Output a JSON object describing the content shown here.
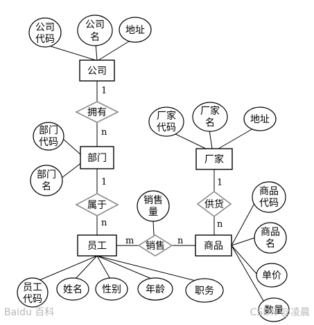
{
  "entities": {
    "company": "公司",
    "department": "部门",
    "employee": "员工",
    "factory": "厂家",
    "product": "商品"
  },
  "relationships": {
    "own": "拥有",
    "belong": "属于",
    "sell": "销售",
    "supply": "供货"
  },
  "attributes": {
    "company_code": [
      "公司",
      "代码"
    ],
    "company_name": [
      "公司",
      "名"
    ],
    "company_address": [
      "地址"
    ],
    "dept_code": [
      "部门",
      "代码"
    ],
    "dept_name": [
      "部门",
      "名"
    ],
    "factory_code": [
      "厂家",
      "代码"
    ],
    "factory_name": [
      "厂家",
      "名"
    ],
    "factory_address": [
      "地址"
    ],
    "sales_volume": [
      "销售",
      "量"
    ],
    "product_code": [
      "商品",
      "代码"
    ],
    "product_name": [
      "商品",
      "名"
    ],
    "product_price": [
      "单价"
    ],
    "product_qty": [
      "数量"
    ],
    "emp_code": [
      "员工",
      "代码"
    ],
    "emp_name": [
      "姓名"
    ],
    "emp_gender": [
      "性别"
    ],
    "emp_age": [
      "年龄"
    ],
    "emp_position": [
      "职务"
    ]
  },
  "cardinalities": {
    "company_own": "1",
    "own_dept": "n",
    "dept_belong": "1",
    "belong_emp": "n",
    "emp_sell": "m",
    "sell_product": "n",
    "factory_supply": "1",
    "supply_product": "n"
  },
  "watermarks": {
    "left": "Baidu 百科",
    "right": "CSDN @凌晨"
  }
}
